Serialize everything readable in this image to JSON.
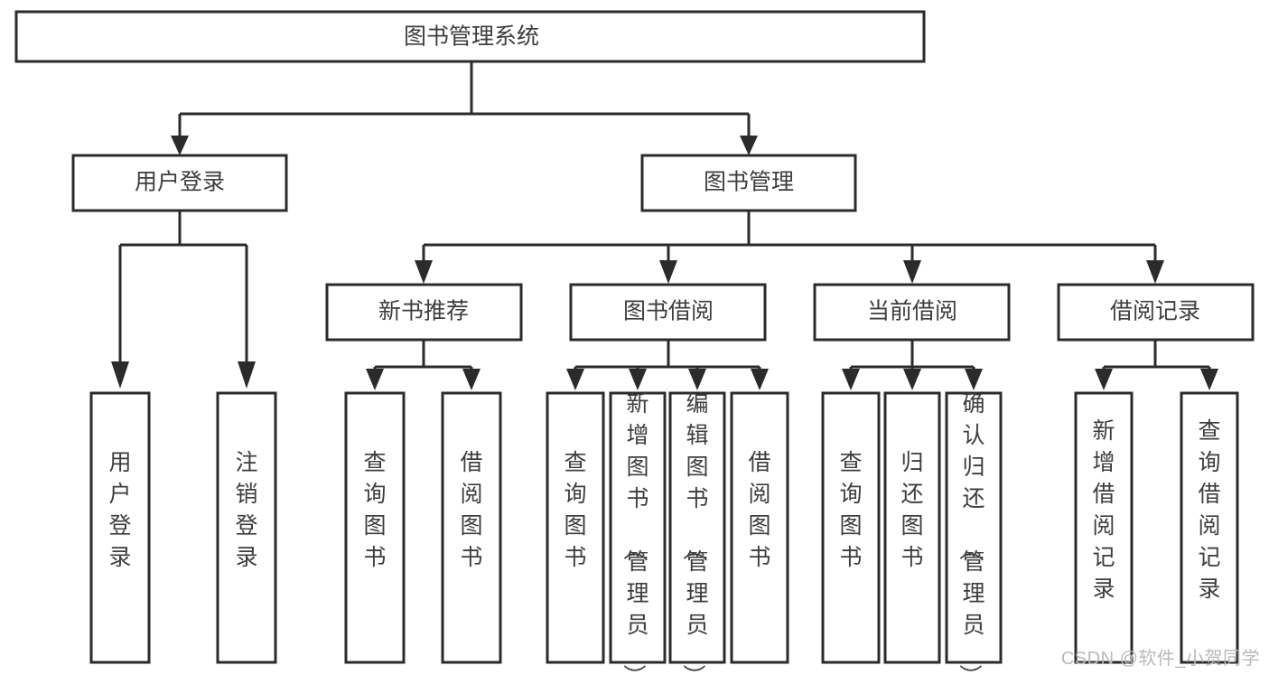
{
  "diagram": {
    "title": "图书管理系统",
    "type": "tree-hierarchy",
    "orientation": "top-down",
    "colors": {
      "box_stroke": "#2b2b2b",
      "box_fill": "#ffffff",
      "text": "#3d3d3d",
      "connector": "#2b2b2b",
      "watermark": "#b9b9b9",
      "background": "#ffffff"
    },
    "root": {
      "label": "图书管理系统"
    },
    "level1": [
      {
        "label": "用户登录"
      },
      {
        "label": "图书管理"
      }
    ],
    "level2": [
      {
        "label": "新书推荐"
      },
      {
        "label": "图书借阅"
      },
      {
        "label": "当前借阅"
      },
      {
        "label": "借阅记录"
      }
    ],
    "leaves": {
      "user_login": [
        {
          "label": "用户登录"
        },
        {
          "label": "注销登录"
        }
      ],
      "new_book_recommend": [
        {
          "label": "查询图书"
        },
        {
          "label": "借阅图书"
        }
      ],
      "book_borrow": [
        {
          "label": "查询图书"
        },
        {
          "label": "新增图书（管理员）"
        },
        {
          "label": "编辑图书（管理员）"
        },
        {
          "label": "借阅图书"
        }
      ],
      "current_borrow": [
        {
          "label": "查询图书"
        },
        {
          "label": "归还图书"
        },
        {
          "label": "确认归还（管理员）"
        }
      ],
      "borrow_record": [
        {
          "label": "新增借阅记录"
        },
        {
          "label": "查询借阅记录"
        }
      ]
    }
  },
  "watermark": {
    "text": "CSDN @软件_小贺同学"
  }
}
